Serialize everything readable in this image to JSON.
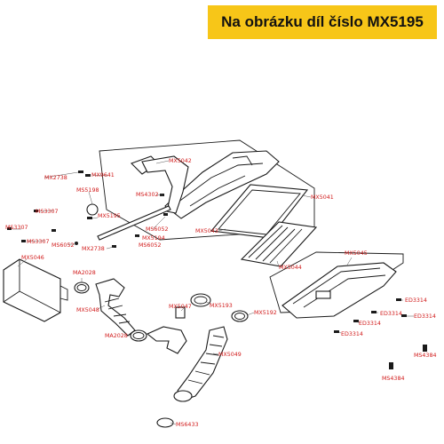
{
  "banner": {
    "text": "Na obrázku díl číslo MX5195"
  },
  "labels": [
    "MX5042",
    "MX9641",
    "MX2738",
    "MS5198",
    "MS3307",
    "MS4302",
    "MX5195",
    "MS3307",
    "MS3307",
    "MS6052",
    "MX2738",
    "MX5194",
    "MS6052",
    "MS6052",
    "MX5041",
    "MX5043",
    "MX5044",
    "MX5046",
    "MA2028",
    "MX5048",
    "MX5047",
    "MX5193",
    "MX5192",
    "MA2028",
    "MX5049",
    "MS6433",
    "MX5045",
    "ED3314",
    "ED3314",
    "ED3314",
    "ED3314",
    "ED3314",
    "MS4384",
    "MS4384"
  ]
}
